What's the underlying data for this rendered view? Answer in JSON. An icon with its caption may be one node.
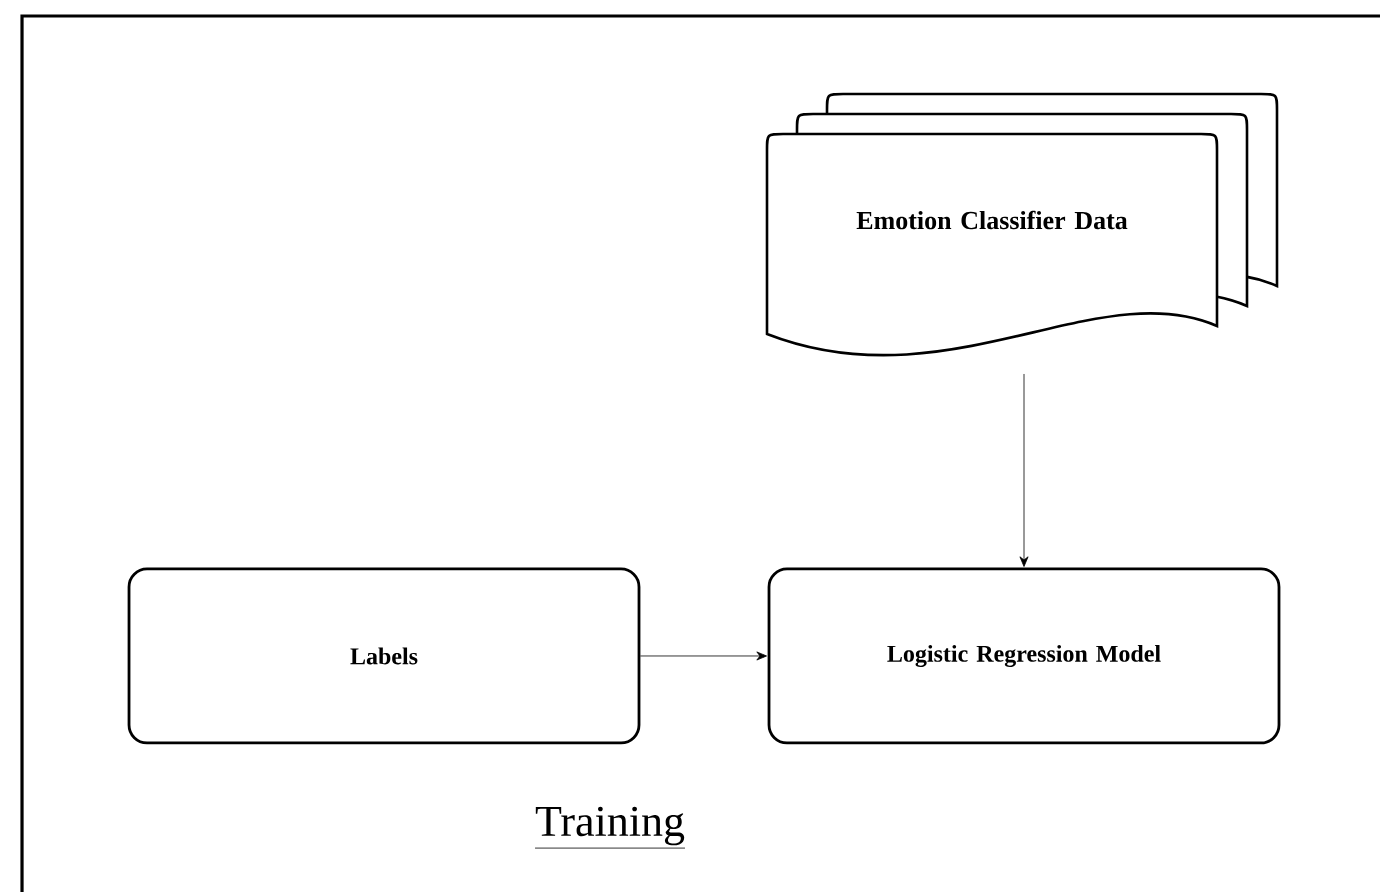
{
  "diagram": {
    "title": "Training",
    "nodes": [
      {
        "text": [
          "Emotion Classifier Data"
        ]
      },
      {
        "text": [
          "Labels"
        ]
      },
      {
        "text": [
          "Logistic Regression Model"
        ]
      }
    ],
    "edges": [
      {
        "from": 0,
        "to": 2,
        "arrow": "to"
      },
      {
        "from": 1,
        "to": 2,
        "arrow": "to"
      }
    ]
  }
}
